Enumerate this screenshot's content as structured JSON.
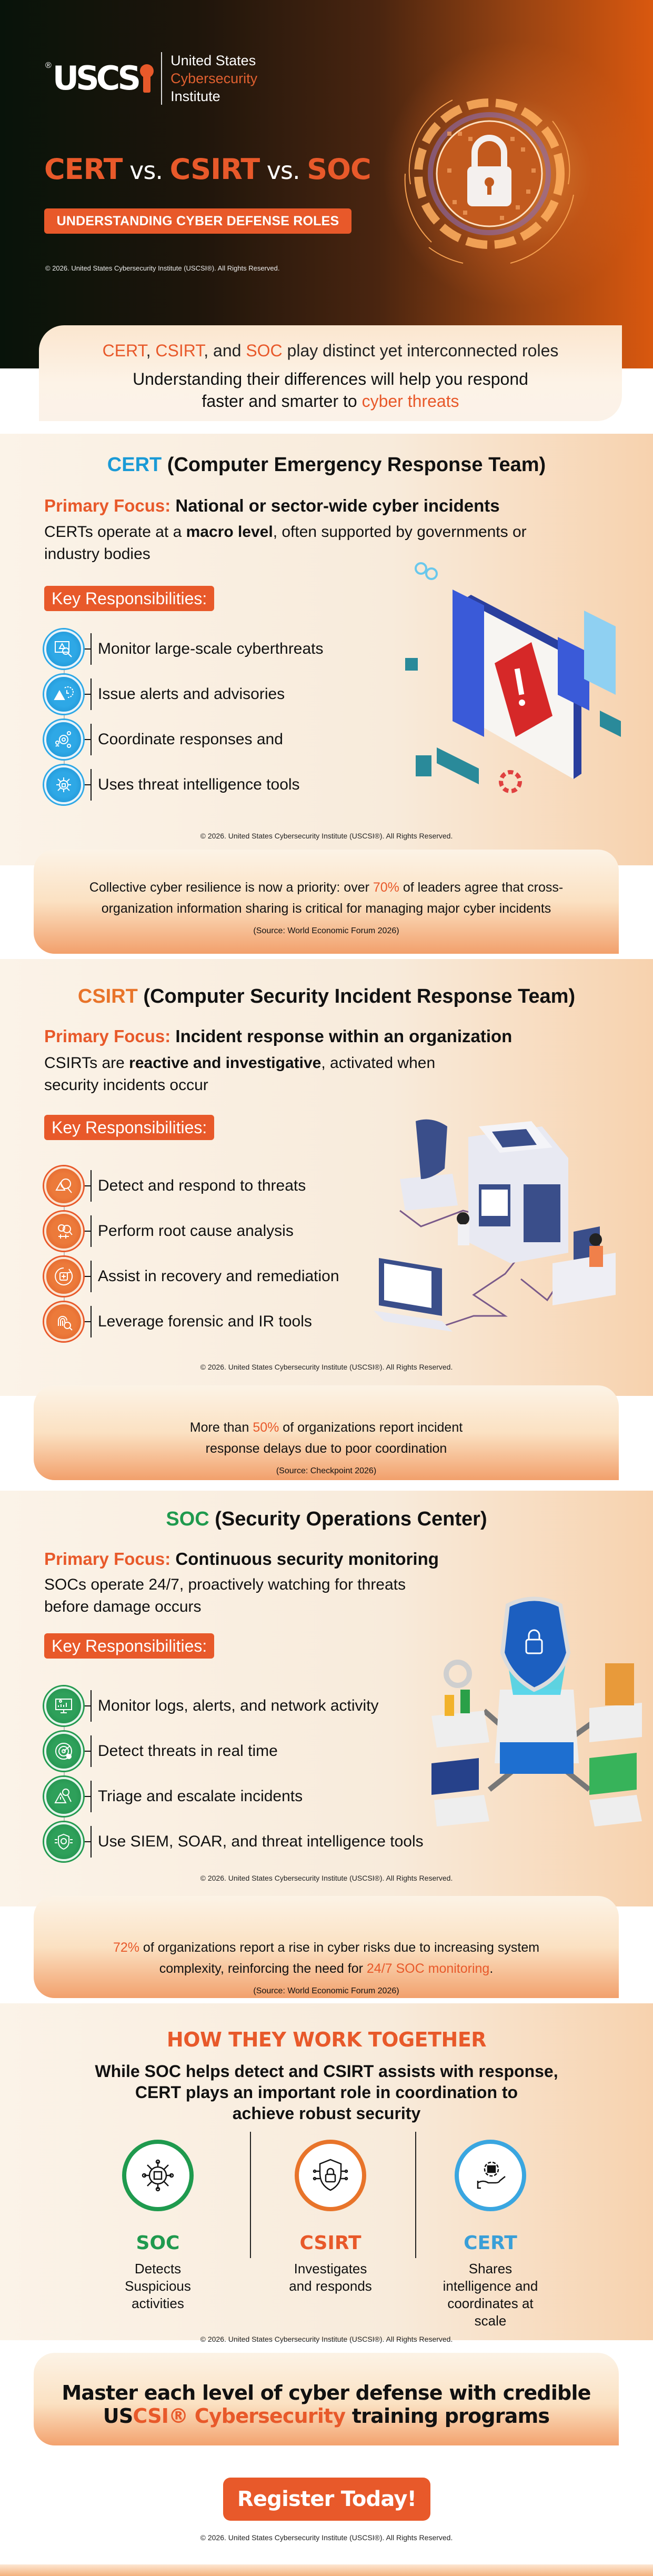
{
  "hero": {
    "logo": {
      "reg": "®",
      "mark": "USCS",
      "line1": "United States",
      "line2": "Cybersecurity",
      "line3": "Institute"
    },
    "title": {
      "cert": "CERT",
      "vs1": " vs. ",
      "csirt": "CSIRT",
      "vs2": " vs. ",
      "soc": "SOC"
    },
    "badge": "UNDERSTANDING CYBER DEFENSE ROLES",
    "copyright": "© 2026. United States Cybersecurity Institute (USCSI®). All Rights Reserved.",
    "illustration": "padlock-circuit-icon"
  },
  "intro": {
    "line1": {
      "cert": "CERT",
      "sep1": ", ",
      "csirt": "CSIRT",
      "sep2": ", and ",
      "soc": "SOC",
      "rest": " play distinct yet interconnected roles"
    },
    "line2": {
      "a": "Understanding their differences will help you respond",
      "b": "faster and smarter to ",
      "c": "cyber threats"
    }
  },
  "colors": {
    "orange": "#e8592a",
    "blue": "#1a9ad6",
    "green": "#1f9a4e",
    "dark": "#111111"
  },
  "sections": {
    "cert": {
      "abbr": "CERT",
      "full": " (Computer Emergency Response Team)",
      "focus_label": "Primary Focus:",
      "focus": " National or sector-wide cyber incidents",
      "desc_a": "CERTs operate at a ",
      "desc_b": "macro level",
      "desc_c": ", often supported by governments or industry bodies",
      "key_label": "Key Responsibilities:",
      "items": [
        {
          "icon": "monitor-alert-search-icon",
          "text": "Monitor large-scale cyberthreats"
        },
        {
          "icon": "alert-clock-icon",
          "text": "Issue alerts and advisories"
        },
        {
          "icon": "team-gear-icon",
          "text": "Coordinate responses and"
        },
        {
          "icon": "network-lock-icon",
          "text": "Uses threat intelligence tools"
        }
      ],
      "copyright": "© 2026. United States Cybersecurity Institute (USCSI®). All Rights Reserved.",
      "illustration": "system-update-alert-illustration"
    },
    "csirt": {
      "abbr": "CSIRT",
      "full": " (Computer Security Incident Response Team)",
      "focus_label": "Primary Focus:",
      "focus": " Incident response within an organization",
      "desc_a": "CSIRTs are ",
      "desc_b": "reactive and investigative",
      "desc_c": ", activated when security incidents occur",
      "key_label": "Key Responsibilities:",
      "items": [
        {
          "icon": "threat-detect-icon",
          "text": "Detect and respond to threats"
        },
        {
          "icon": "root-cause-analysis-icon",
          "text": "Perform root cause analysis"
        },
        {
          "icon": "recovery-icon",
          "text": "Assist in recovery and remediation"
        },
        {
          "icon": "fingerprint-search-icon",
          "text": "Leverage forensic and IR tools"
        }
      ],
      "copyright": "© 2026. United States Cybersecurity Institute (USCSI®). All Rights Reserved.",
      "illustration": "server-team-illustration"
    },
    "soc": {
      "abbr": "SOC",
      "full": " (Security Operations Center)",
      "focus_label": "Primary Focus:",
      "focus": " Continuous security monitoring",
      "desc_a": "SOCs operate 24/7, proactively watching for threats before damage occurs",
      "desc_b": "",
      "desc_c": "",
      "key_label": "Key Responsibilities:",
      "items": [
        {
          "icon": "monitor-chart-icon",
          "text": "Monitor logs, alerts, and network activity"
        },
        {
          "icon": "radar-icon",
          "text": "Detect threats in real time"
        },
        {
          "icon": "triage-icon",
          "text": "Triage and escalate incidents"
        },
        {
          "icon": "shield-brain-icon",
          "text": "Use SIEM, SOAR, and threat intelligence tools"
        }
      ],
      "copyright": "© 2026. United States Cybersecurity Institute (USCSI®). All Rights Reserved.",
      "illustration": "shield-network-illustration"
    }
  },
  "stats": [
    {
      "pre": "Collective cyber resilience is now a priority: over ",
      "hl": "70%",
      "post": " of leaders agree that cross-organization information sharing is critical for managing major cyber incidents",
      "hl2": "",
      "post2": "",
      "source": "(Source: World Economic Forum 2026)"
    },
    {
      "pre": "More than ",
      "hl": "50%",
      "post": " of organizations report incident response delays due to poor coordination",
      "hl2": "",
      "post2": "",
      "source": "(Source: Checkpoint 2026)"
    },
    {
      "pre": "",
      "hl": "72%",
      "post": " of organizations report a rise in cyber risks due to increasing system complexity, reinforcing the need for ",
      "hl2": "24/7 SOC monitoring",
      "post2": ".",
      "source": "(Source: World Economic Forum 2026)"
    }
  ],
  "together": {
    "title": "HOW THEY WORK TOGETHER",
    "subtitle_1": "While SOC helps detect and CSIRT assists with response,",
    "subtitle_2": "CERT plays an important role in coordination to",
    "subtitle_3": "achieve robust security",
    "columns": [
      {
        "name": "SOC",
        "icon": "chip-circuit-icon",
        "desc": "Detects Suspicious activities",
        "color": "#1f9a4e"
      },
      {
        "name": "CSIRT",
        "icon": "shield-lock-circuit-icon",
        "desc": "Investigates and responds",
        "color": "#e8592a"
      },
      {
        "name": "CERT",
        "icon": "hand-gear-icon",
        "desc": "Shares intelligence and coordinates at scale",
        "color": "#3a9fd8"
      }
    ],
    "copyright": "© 2026. United States Cybersecurity Institute (USCSI®). All Rights Reserved."
  },
  "cta": {
    "line1": "Master each level of cyber defense with credible",
    "us": "US",
    "csi": "CSI®",
    "cyber": " Cybersecurity",
    "rest": " training programs",
    "button": "Register Today!",
    "copyright": "© 2026. United States Cybersecurity Institute (USCSI®). All Rights Reserved."
  }
}
